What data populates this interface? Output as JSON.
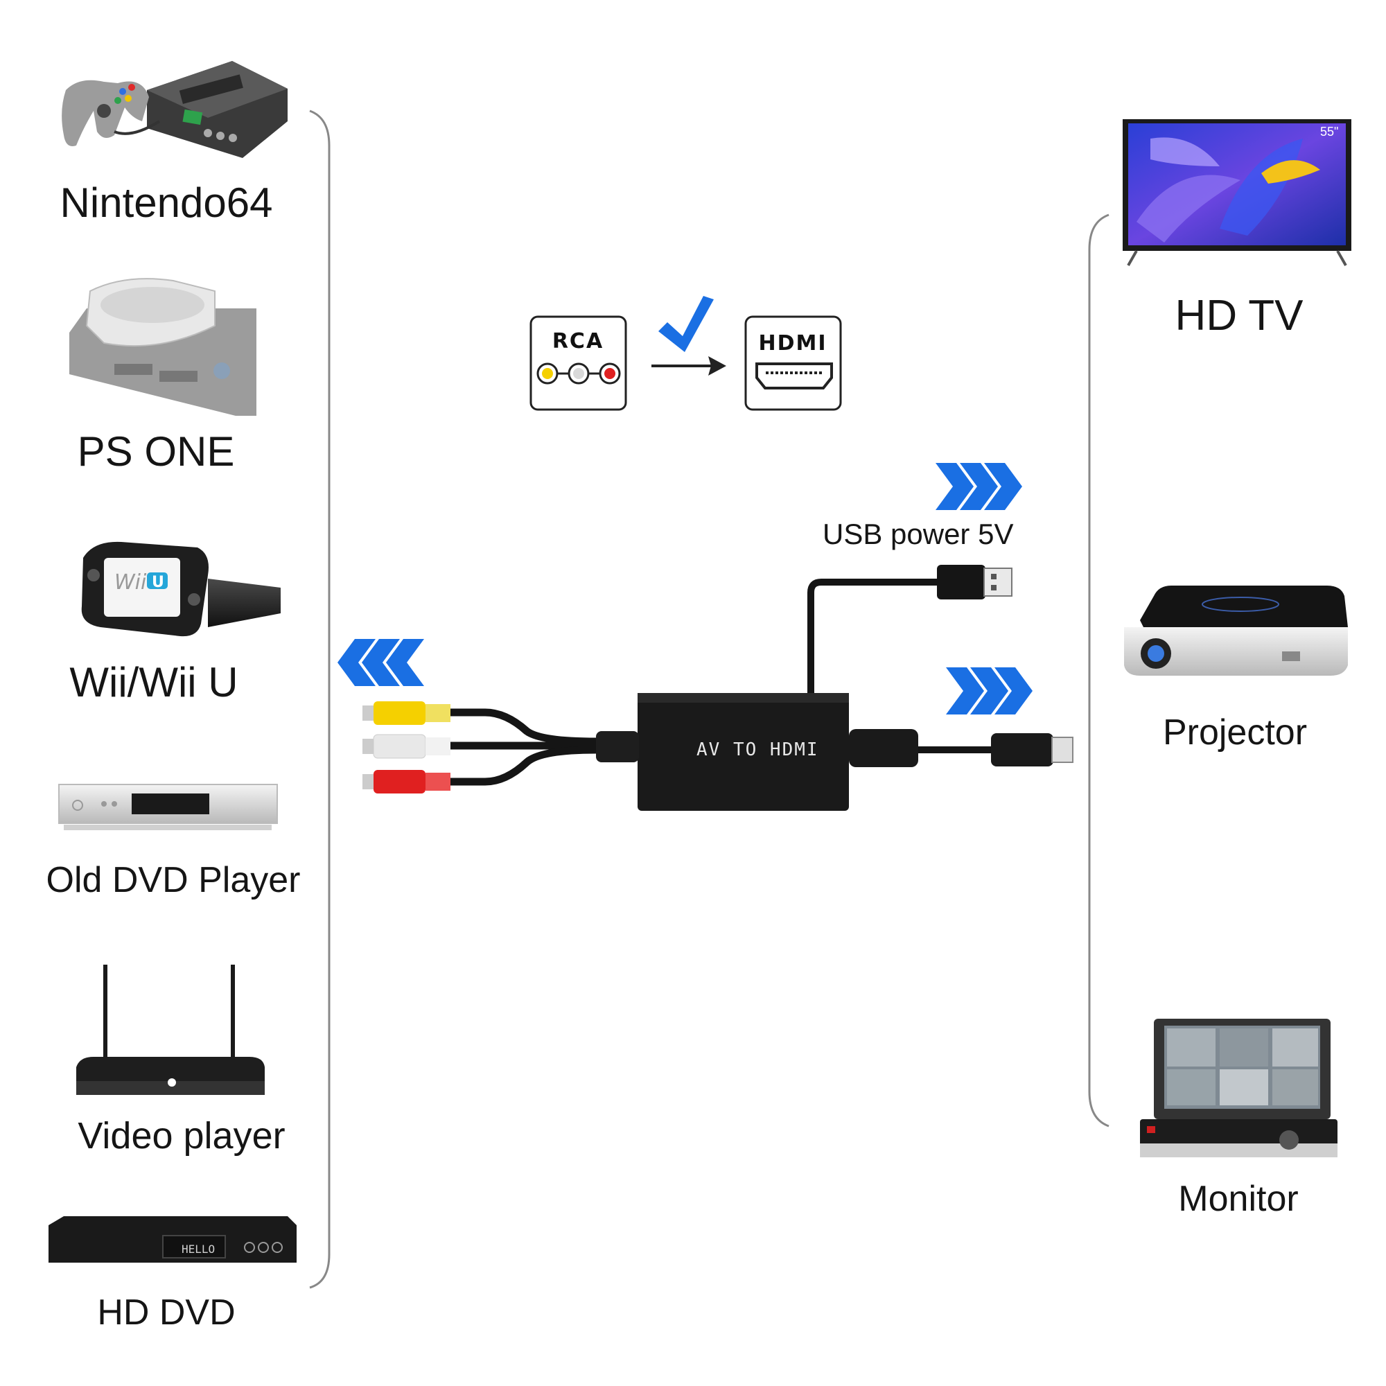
{
  "sources": [
    {
      "name": "Nintendo64",
      "icon": "n64-console-icon"
    },
    {
      "name": "PS ONE",
      "icon": "ps-one-console-icon"
    },
    {
      "name": "Wii/Wii U",
      "icon": "wii-u-console-icon"
    },
    {
      "name": "Old DVD Player",
      "icon": "dvd-player-icon"
    },
    {
      "name": "Video player",
      "icon": "router-video-player-icon"
    },
    {
      "name": "HD DVD",
      "icon": "hd-dvd-player-icon"
    }
  ],
  "displays": [
    {
      "name": "HD TV",
      "icon": "hd-tv-icon",
      "badge": "55\""
    },
    {
      "name": "Projector",
      "icon": "projector-icon"
    },
    {
      "name": "Monitor",
      "icon": "monitor-icon"
    }
  ],
  "conversion": {
    "from_label": "RCA",
    "to_label": "HDMI",
    "check_icon": "checkmark-icon",
    "arrow_icon": "right-arrow-icon"
  },
  "device": {
    "label": "AV  TO  HDMI",
    "usb_label": "USB power 5V",
    "screen_text": "HELLO"
  },
  "colors": {
    "accent_blue": "#1a6fe3",
    "rca_yellow": "#f5d000",
    "rca_white": "#e8e8e8",
    "rca_red": "#e02020",
    "device_body": "#1a1a1a"
  }
}
